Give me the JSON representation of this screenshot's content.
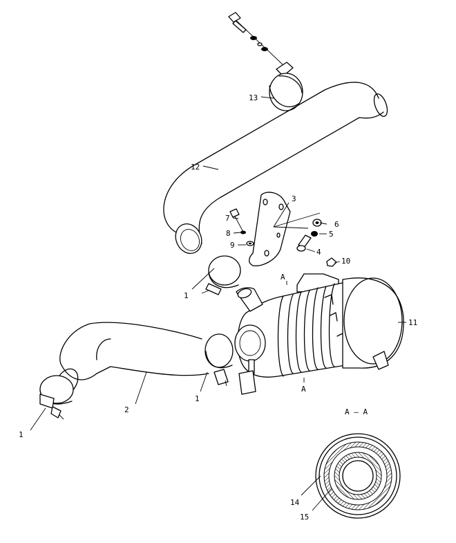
{
  "callouts": {
    "c1_top": "1",
    "c1_mid": "1",
    "c1_left": "1",
    "c2": "2",
    "c3": "3",
    "c4": "4",
    "c5": "5",
    "c6": "6",
    "c7": "7",
    "c8": "8",
    "c9": "9",
    "c10": "10",
    "c11": "11",
    "c12": "12",
    "c13": "13",
    "c14": "14",
    "c15": "15"
  },
  "section": {
    "marker_top": "A",
    "marker_bottom": "A",
    "title": "A – A"
  },
  "colors": {
    "line": "#000000",
    "background": "#ffffff"
  }
}
